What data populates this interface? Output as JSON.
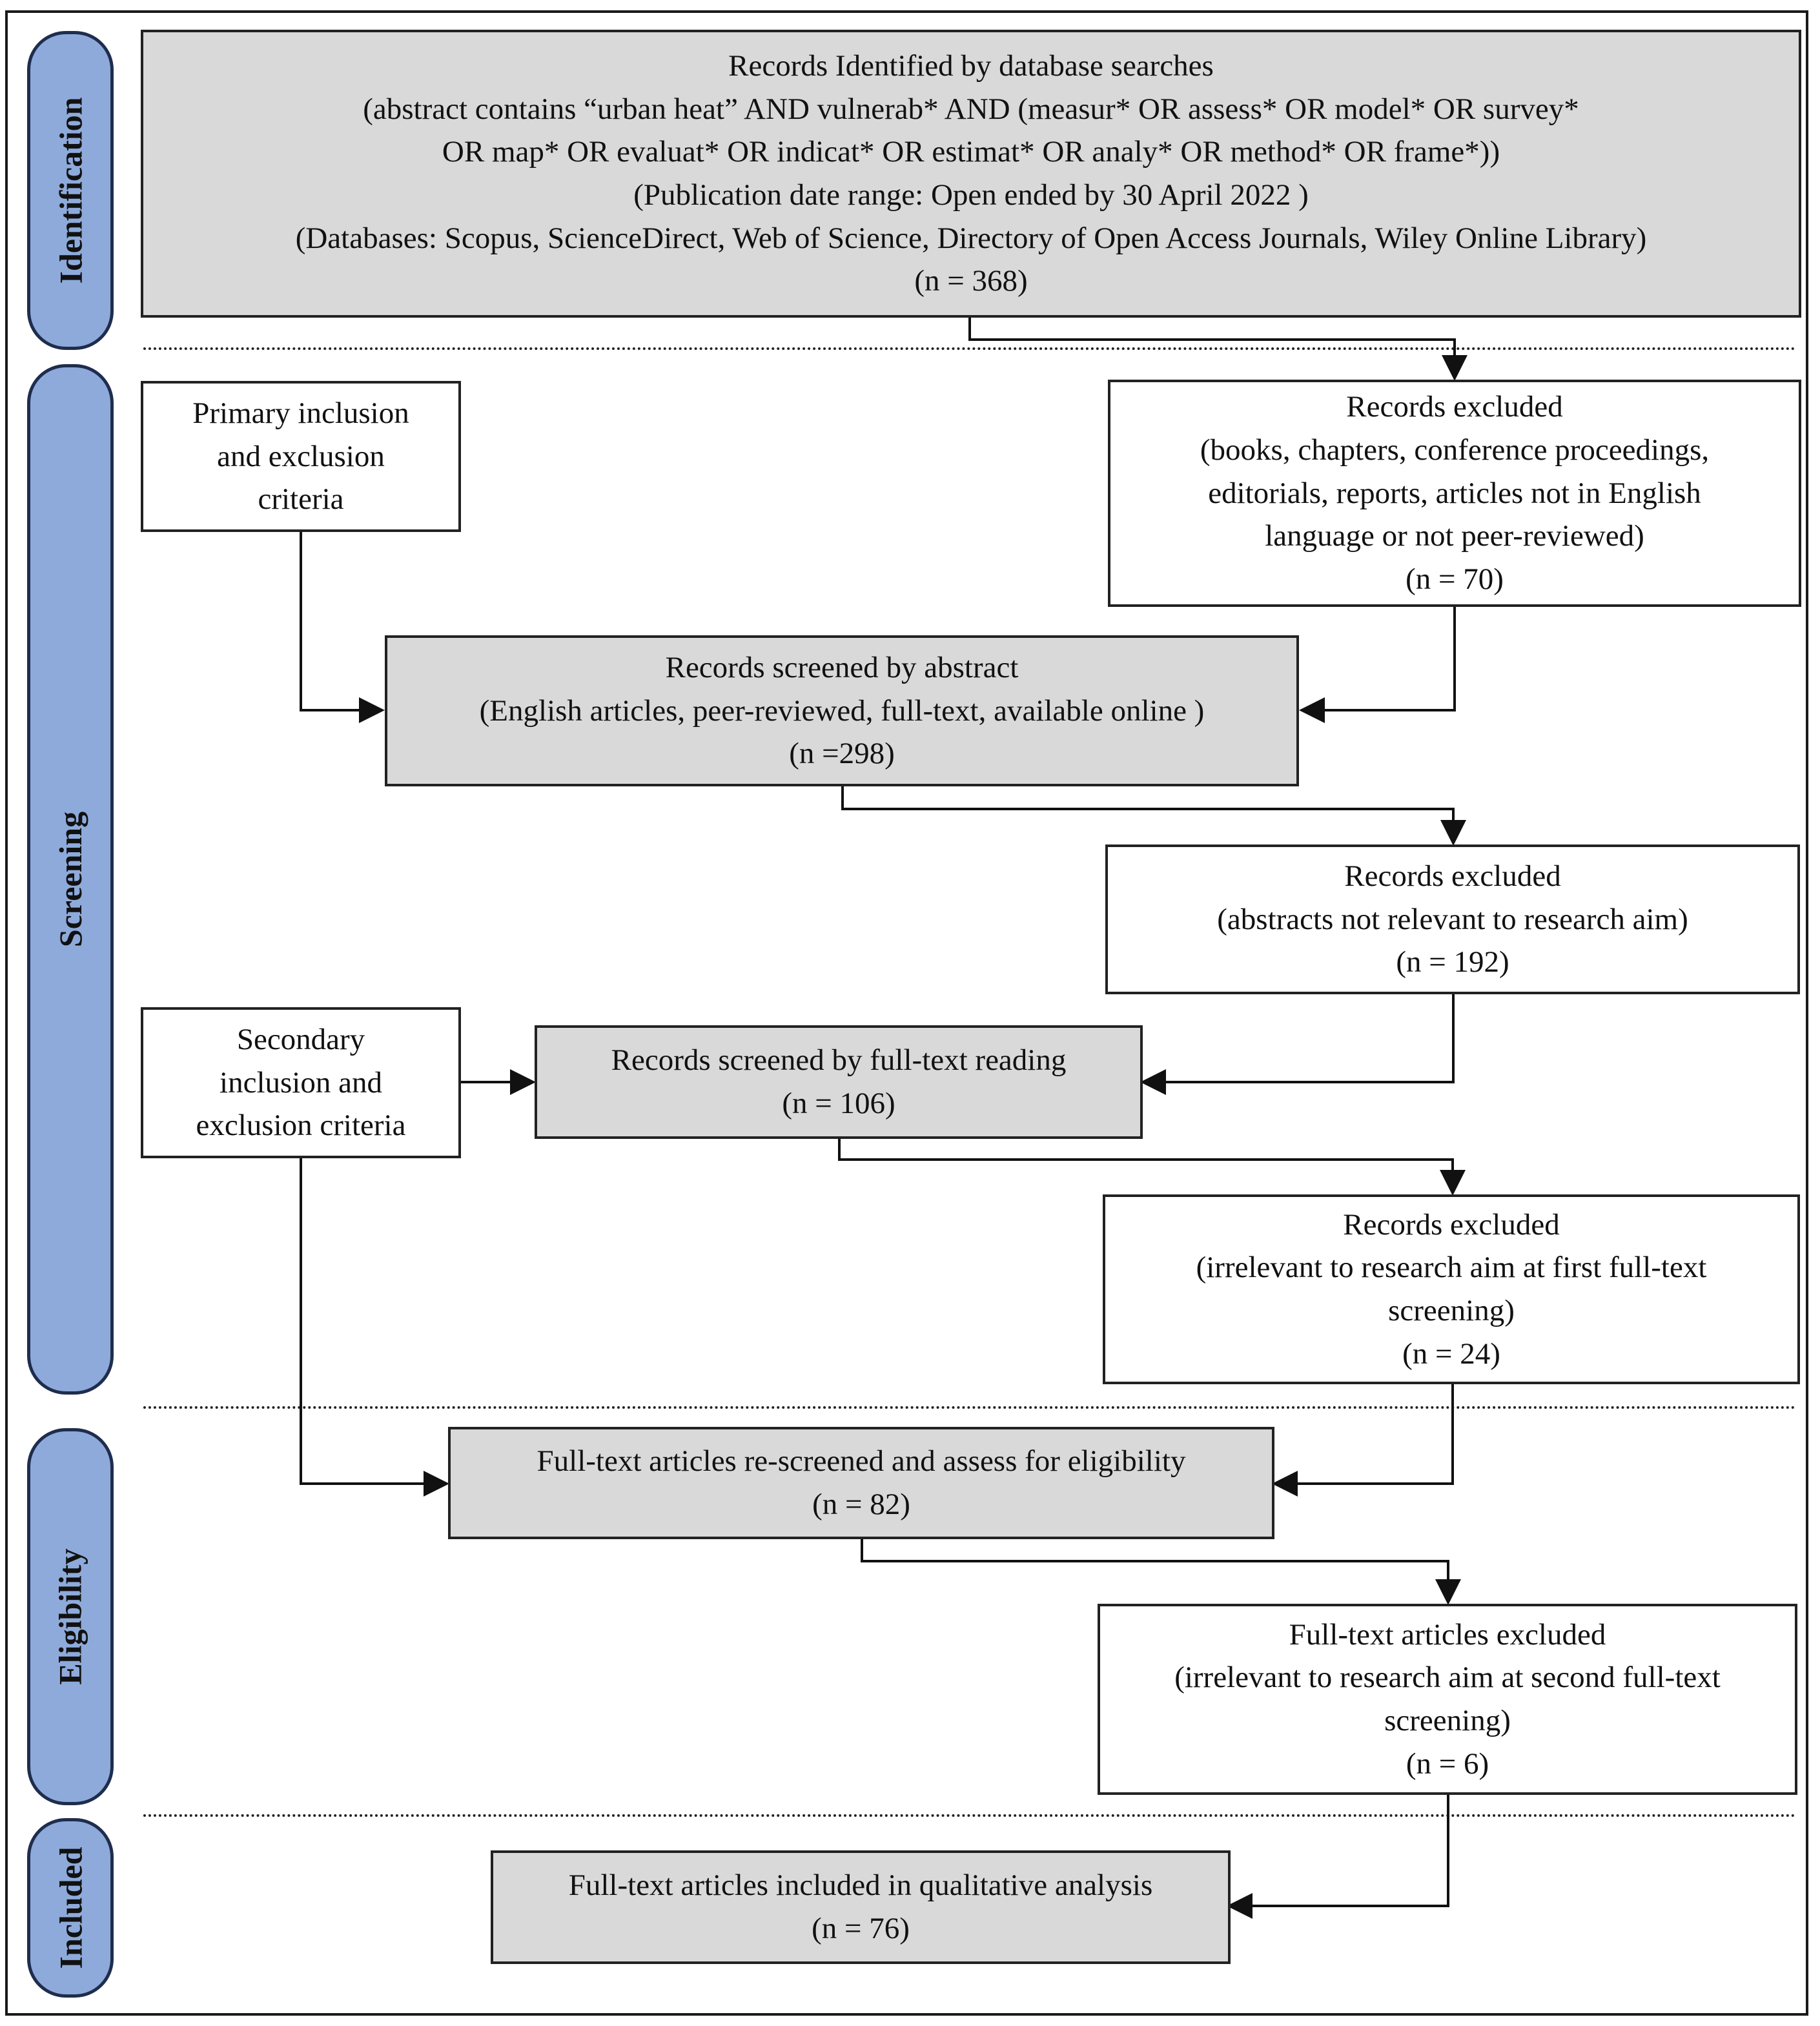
{
  "phases": {
    "identification": "Identification",
    "screening": "Screening",
    "eligibility": "Eligibility",
    "included": "Included"
  },
  "boxes": {
    "identified": [
      "Records Identified by database searches",
      "(abstract contains “urban heat” AND vulnerab* AND (measur* OR assess* OR model* OR survey*",
      "OR map* OR evaluat* OR indicat* OR estimat* OR analy* OR method* OR frame*))",
      "(Publication date range: Open ended by 30 April 2022 )",
      "(Databases: Scopus, ScienceDirect, Web of Science, Directory of Open Access Journals, Wiley Online Library)",
      "(n = 368)"
    ],
    "primary_criteria": [
      "Primary inclusion",
      "and exclusion",
      "criteria"
    ],
    "excluded_1": [
      "Records excluded",
      "(books, chapters, conference proceedings,",
      "editorials, reports, articles not in English",
      "language or not peer-reviewed)",
      "(n = 70)"
    ],
    "screened_abstract": [
      "Records screened by abstract",
      "(English articles, peer-reviewed, full-text, available online )",
      "(n =298)"
    ],
    "excluded_2": [
      "Records excluded",
      "(abstracts not relevant to research aim)",
      "(n = 192)"
    ],
    "secondary_criteria": [
      "Secondary",
      "inclusion and",
      "exclusion criteria"
    ],
    "screened_fulltext": [
      "Records screened by full-text reading",
      "(n = 106)"
    ],
    "excluded_3": [
      "Records excluded",
      "(irrelevant to research aim at first full-text",
      "screening)",
      "(n = 24)"
    ],
    "rescreened": [
      "Full-text articles re-screened and assess for eligibility",
      "(n = 82)"
    ],
    "excluded_4": [
      "Full-text articles excluded",
      "(irrelevant to research aim at second full-text",
      "screening)",
      "(n = 6)"
    ],
    "included": [
      "Full-text articles included in qualitative analysis",
      "(n = 76)"
    ]
  },
  "colors": {
    "phase_fill": "#8eaadb",
    "phase_border": "#1f2d4d",
    "process_fill": "#d9d9d9",
    "line": "#111111"
  }
}
